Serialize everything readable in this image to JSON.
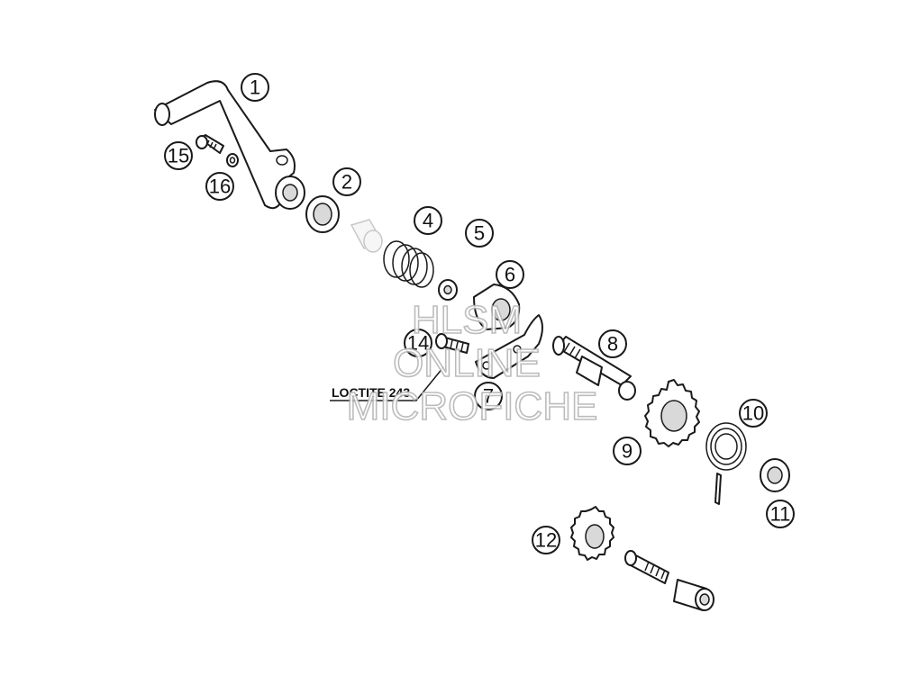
{
  "callouts": [
    "1",
    "2",
    "4",
    "5",
    "6",
    "7",
    "8",
    "9",
    "10",
    "11",
    "12",
    "14",
    "15",
    "16"
  ],
  "annotation": "LOCTITE 243",
  "watermark": {
    "line1": "HLSM",
    "line2": "ONLINE",
    "line3": "MICROFICHE"
  }
}
